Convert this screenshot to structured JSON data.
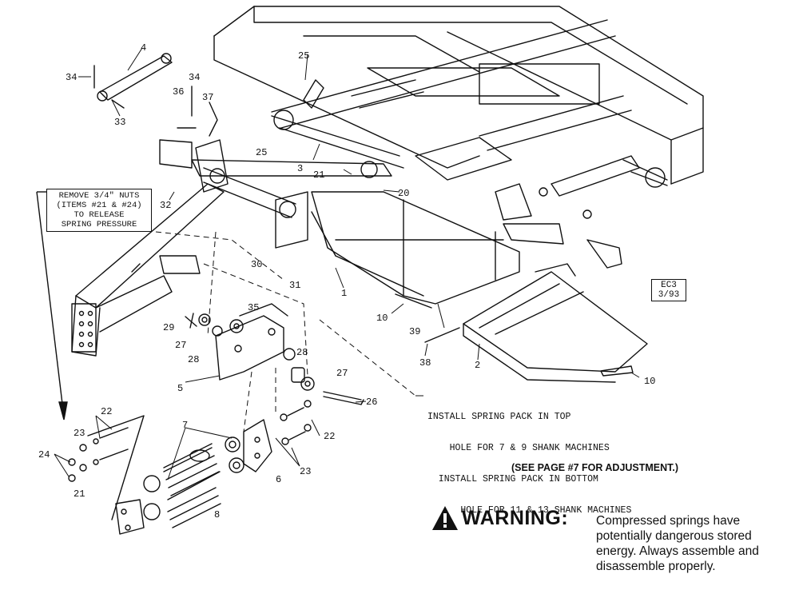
{
  "callouts": [
    {
      "id": "c4",
      "text": "4"
    },
    {
      "id": "c34a",
      "text": "34"
    },
    {
      "id": "c33",
      "text": "33"
    },
    {
      "id": "c36",
      "text": "36"
    },
    {
      "id": "c34b",
      "text": "34"
    },
    {
      "id": "c37",
      "text": "37"
    },
    {
      "id": "c25a",
      "text": "25"
    },
    {
      "id": "c25b",
      "text": "25"
    },
    {
      "id": "c3",
      "text": "3"
    },
    {
      "id": "c21a",
      "text": "21"
    },
    {
      "id": "c20",
      "text": "20"
    },
    {
      "id": "c32",
      "text": "32"
    },
    {
      "id": "c30",
      "text": "30"
    },
    {
      "id": "c31",
      "text": "31"
    },
    {
      "id": "c1",
      "text": "1"
    },
    {
      "id": "c10a",
      "text": "10"
    },
    {
      "id": "c39",
      "text": "39"
    },
    {
      "id": "c38",
      "text": "38"
    },
    {
      "id": "c2",
      "text": "2"
    },
    {
      "id": "c10b",
      "text": "10"
    },
    {
      "id": "c35",
      "text": "35"
    },
    {
      "id": "c29",
      "text": "29"
    },
    {
      "id": "c27a",
      "text": "27"
    },
    {
      "id": "c28a",
      "text": "28"
    },
    {
      "id": "c28b",
      "text": "28"
    },
    {
      "id": "c27b",
      "text": "27"
    },
    {
      "id": "c5",
      "text": "5"
    },
    {
      "id": "c26",
      "text": "26"
    },
    {
      "id": "c22a",
      "text": "22"
    },
    {
      "id": "c23a",
      "text": "23"
    },
    {
      "id": "c24",
      "text": "24"
    },
    {
      "id": "c21b",
      "text": "21"
    },
    {
      "id": "c7",
      "text": "7"
    },
    {
      "id": "c6",
      "text": "6"
    },
    {
      "id": "c22b",
      "text": "22"
    },
    {
      "id": "c23b",
      "text": "23"
    },
    {
      "id": "c8",
      "text": "8"
    }
  ],
  "remove_note": [
    "REMOVE 3/4\" NUTS",
    "(ITEMS #21 & #24)",
    "TO RELEASE",
    "SPRING PRESSURE"
  ],
  "revision": [
    "EC3",
    "3/93"
  ],
  "install_note": [
    "INSTALL SPRING PACK IN TOP",
    "    HOLE FOR 7 & 9 SHANK MACHINES",
    "  INSTALL SPRING PACK IN BOTTOM",
    "      HOLE FOR 11 & 13 SHANK MACHINES"
  ],
  "see_page": "(SEE PAGE #7 FOR ADJUSTMENT.)",
  "warning_word": "WARNING:",
  "warning_text": "Compressed springs have potentially dangerous stored energy.  Always assemble and disassemble properly.",
  "warning_icon": "warning-triangle-icon"
}
